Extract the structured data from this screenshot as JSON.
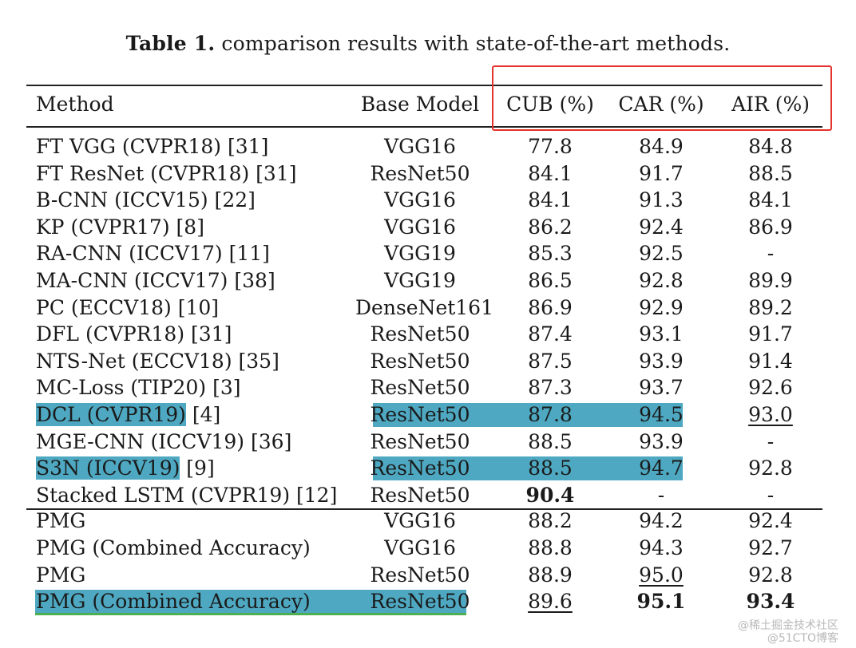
{
  "caption": {
    "label": "Table 1.",
    "text": " comparison results with state-of-the-art methods."
  },
  "headers": [
    "Method",
    "Base Model",
    "CUB (%)",
    "CAR (%)",
    "AIR (%)"
  ],
  "rows": [
    {
      "method": "FT VGG (CVPR18) [31]",
      "base": "VGG16",
      "cub": "77.8",
      "car": "84.9",
      "air": "84.8"
    },
    {
      "method": "FT ResNet (CVPR18) [31]",
      "base": "ResNet50",
      "cub": "84.1",
      "car": "91.7",
      "air": "88.5"
    },
    {
      "method": "B-CNN (ICCV15) [22]",
      "base": "VGG16",
      "cub": "84.1",
      "car": "91.3",
      "air": "84.1"
    },
    {
      "method": "KP (CVPR17) [8]",
      "base": "VGG16",
      "cub": "86.2",
      "car": "92.4",
      "air": "86.9"
    },
    {
      "method": "RA-CNN (ICCV17) [11]",
      "base": "VGG19",
      "cub": "85.3",
      "car": "92.5",
      "air": "-"
    },
    {
      "method": "MA-CNN (ICCV17) [38]",
      "base": "VGG19",
      "cub": "86.5",
      "car": "92.8",
      "air": "89.9"
    },
    {
      "method": "PC (ECCV18) [10]",
      "base": "DenseNet161",
      "cub": "86.9",
      "car": "92.9",
      "air": "89.2"
    },
    {
      "method": "DFL (CVPR18) [31]",
      "base": "ResNet50",
      "cub": "87.4",
      "car": "93.1",
      "air": "91.7"
    },
    {
      "method": "NTS-Net (ECCV18) [35]",
      "base": "ResNet50",
      "cub": "87.5",
      "car": "93.9",
      "air": "91.4"
    },
    {
      "method": "MC-Loss (TIP20) [3]",
      "base": "ResNet50",
      "cub": "87.3",
      "car": "93.7",
      "air": "92.6"
    },
    {
      "method": "DCL (CVPR19)",
      "ref": " [4]",
      "base": "ResNet50",
      "cub": "87.8",
      "car": "94.5",
      "air": "93.0",
      "highlight": true,
      "air_underline": true
    },
    {
      "method": "MGE-CNN (ICCV19) [36]",
      "base": "ResNet50",
      "cub": "88.5",
      "car": "93.9",
      "air": "-"
    },
    {
      "method": "S3N (ICCV19)",
      "ref": " [9]",
      "base": "ResNet50",
      "cub": "88.5",
      "car": "94.7",
      "air": "92.8",
      "highlight": true
    },
    {
      "method": "Stacked LSTM (CVPR19) [12]",
      "base": "ResNet50",
      "cub": "90.4",
      "car": "-",
      "air": "-",
      "cub_bold": true
    }
  ],
  "pmg_rows": [
    {
      "method": "PMG",
      "base": "VGG16",
      "cub": "88.2",
      "car": "94.2",
      "air": "92.4"
    },
    {
      "method": "PMG (Combined Accuracy)",
      "base": "VGG16",
      "cub": "88.8",
      "car": "94.3",
      "air": "92.7"
    },
    {
      "method": "PMG",
      "base": "ResNet50",
      "cub": "88.9",
      "car": "95.0",
      "air": "92.8",
      "car_underline": true
    },
    {
      "method": "PMG (Combined Accuracy)",
      "base": "ResNet50",
      "cub": "89.6",
      "car": "95.1",
      "air": "93.4",
      "highlight_partial": true,
      "cub_underline": true,
      "car_bold": true,
      "air_bold": true
    }
  ],
  "watermark": {
    "line1": "@稀土掘金技术社区",
    "line2": "@51CTO博客"
  },
  "colors": {
    "highlight": "#4ea8c1",
    "redbox": "#e5322d",
    "greenline": "#4caf50"
  }
}
